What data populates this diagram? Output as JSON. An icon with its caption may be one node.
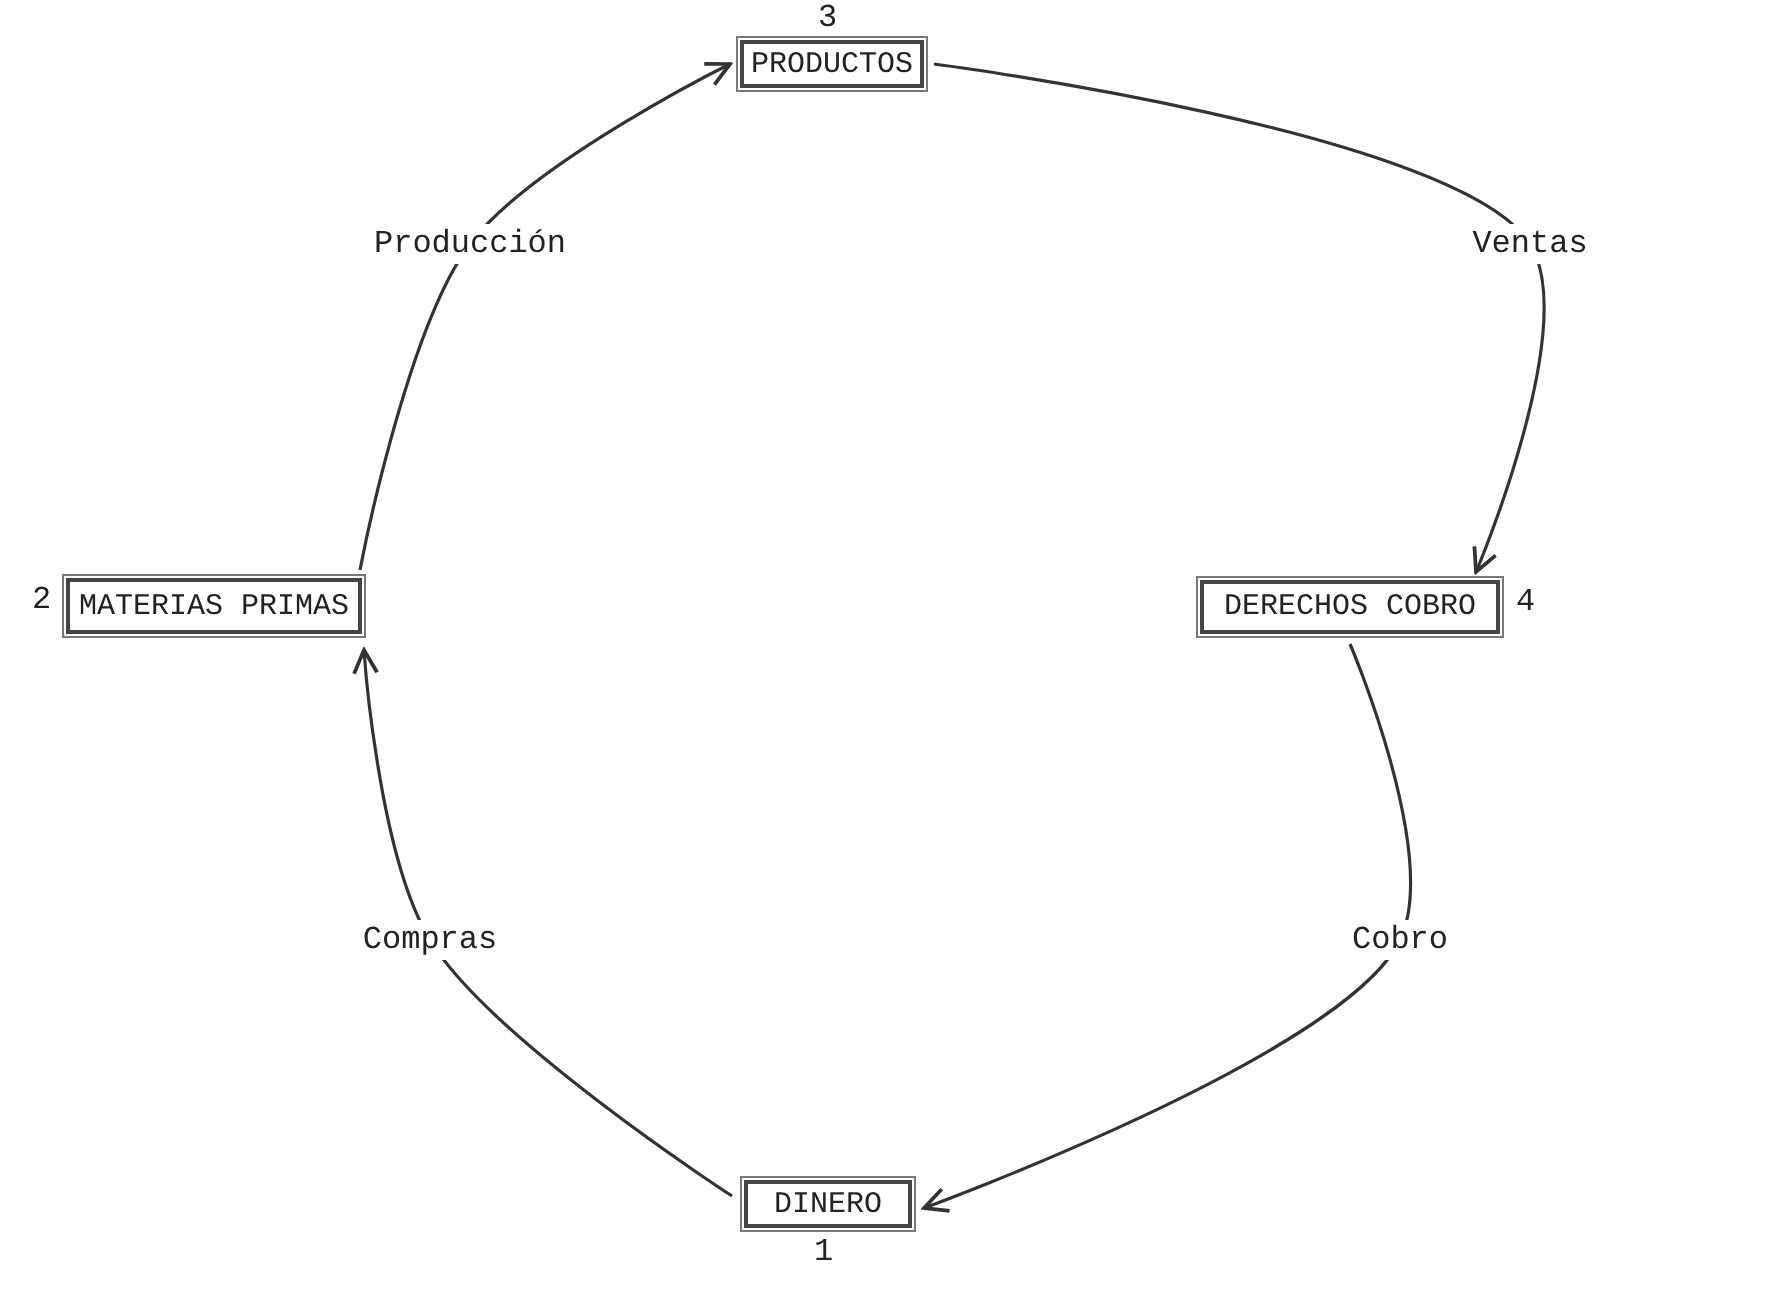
{
  "diagram": {
    "nodes": [
      {
        "text": [
          "PRODUCTOS"
        ],
        "beside": [
          "3"
        ]
      },
      {
        "text": [
          "MATERIAS PRIMAS"
        ],
        "beside": [
          "2"
        ]
      },
      {
        "text": [
          "DERECHOS COBRO"
        ],
        "beside": [
          "4"
        ]
      },
      {
        "text": [
          "DINERO"
        ],
        "beside": [
          "1"
        ]
      }
    ],
    "edges": [
      {
        "from": 3,
        "to": 1,
        "arrow": "to",
        "label": "Compras"
      },
      {
        "from": 1,
        "to": 0,
        "arrow": "to",
        "label": "Producción"
      },
      {
        "from": 0,
        "to": 2,
        "arrow": "to",
        "label": "Ventas"
      },
      {
        "from": 2,
        "to": 3,
        "arrow": "to",
        "label": "Cobro"
      }
    ]
  }
}
